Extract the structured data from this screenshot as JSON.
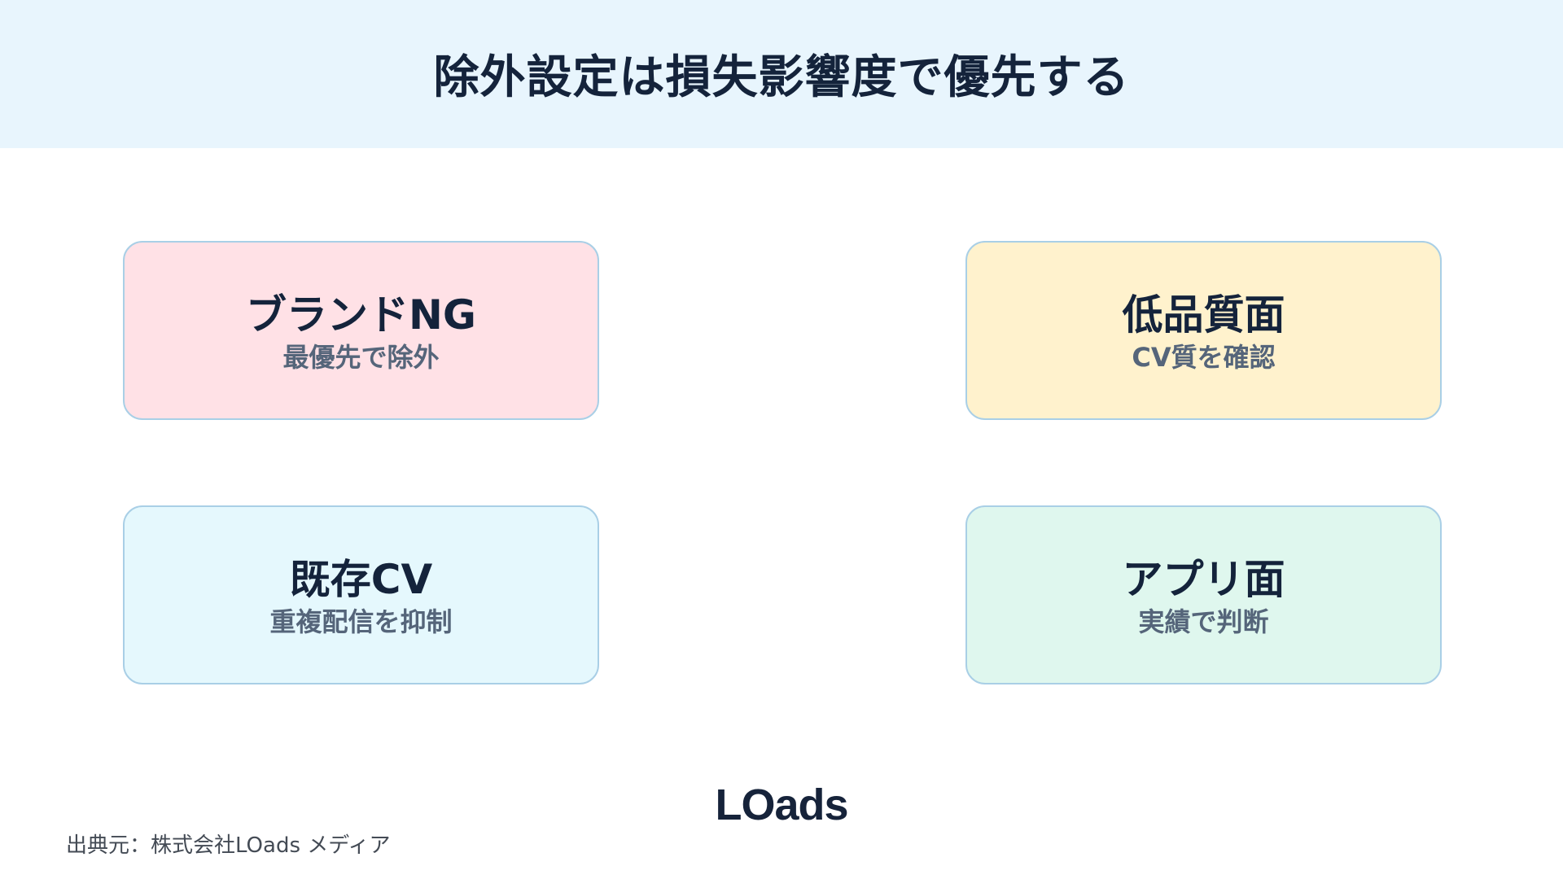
{
  "header": {
    "title": "除外設定は損失影響度で優先する",
    "background": "#e8f5fd"
  },
  "cards": [
    {
      "title": "ブランドNG",
      "subtitle": "最優先で除外",
      "color": "#ffe1e6"
    },
    {
      "title": "低品質面",
      "subtitle": "CV質を確認",
      "color": "#fff2cd"
    },
    {
      "title": "既存CV",
      "subtitle": "重複配信を抑制",
      "color": "#e5f8fd"
    },
    {
      "title": "アプリ面",
      "subtitle": "実績で判断",
      "color": "#dff7ee"
    }
  ],
  "footer": {
    "logo": "LOads",
    "source": "出典元：株式会社LOads メディア"
  },
  "colors": {
    "text_primary": "#14233b",
    "text_secondary": "#55657a",
    "card_border": "#a9cfe6"
  }
}
